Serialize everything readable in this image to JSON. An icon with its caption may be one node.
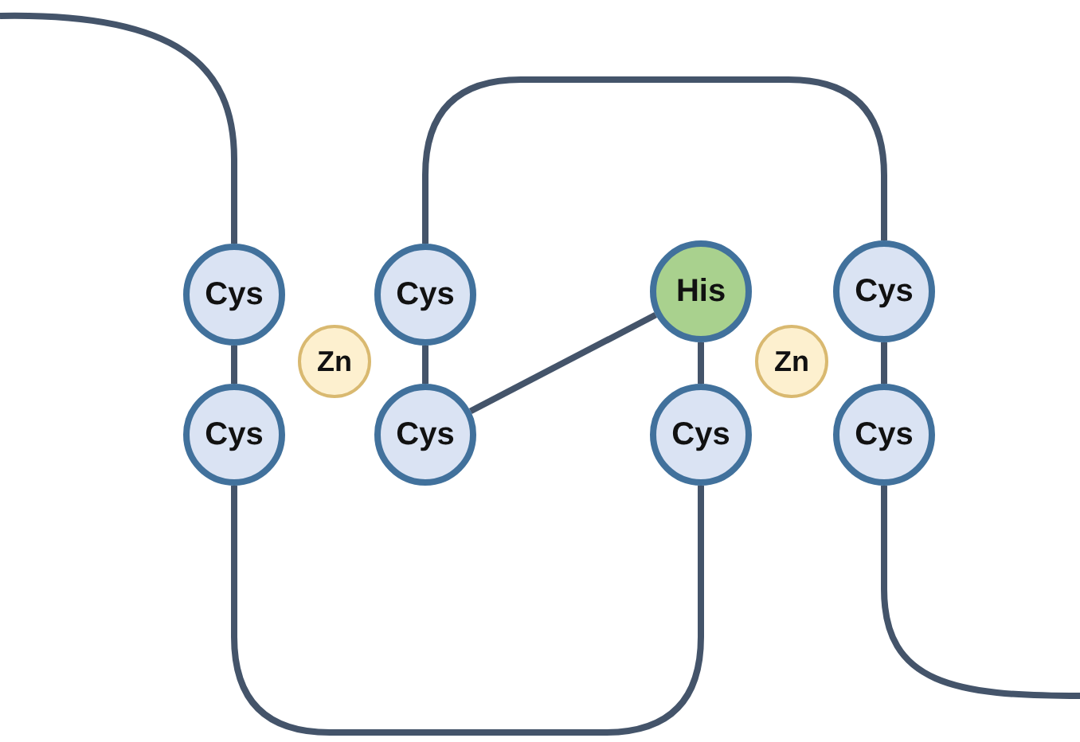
{
  "diagram": {
    "nodes": [
      {
        "text": [
          "Cys"
        ]
      },
      {
        "text": [
          "Cys"
        ]
      },
      {
        "text": [
          "His"
        ]
      },
      {
        "text": [
          "Cys"
        ]
      },
      {
        "text": [
          "Zn"
        ]
      },
      {
        "text": [
          "Zn"
        ]
      },
      {
        "text": [
          "Cys"
        ]
      },
      {
        "text": [
          "Cys"
        ]
      },
      {
        "text": [
          "Cys"
        ]
      },
      {
        "text": [
          "Cys"
        ]
      }
    ],
    "edges": [
      {
        "from": null,
        "to": 0,
        "arrow": "none"
      },
      {
        "from": 0,
        "to": 6,
        "arrow": "none"
      },
      {
        "from": 6,
        "to": 8,
        "arrow": "none"
      },
      {
        "from": 1,
        "to": 7,
        "arrow": "none"
      },
      {
        "from": 7,
        "to": 2,
        "arrow": "none"
      },
      {
        "from": 1,
        "to": 3,
        "arrow": "none"
      },
      {
        "from": 2,
        "to": 8,
        "arrow": "none"
      },
      {
        "from": 3,
        "to": 9,
        "arrow": "none"
      },
      {
        "from": 9,
        "to": null,
        "arrow": "none"
      }
    ]
  }
}
